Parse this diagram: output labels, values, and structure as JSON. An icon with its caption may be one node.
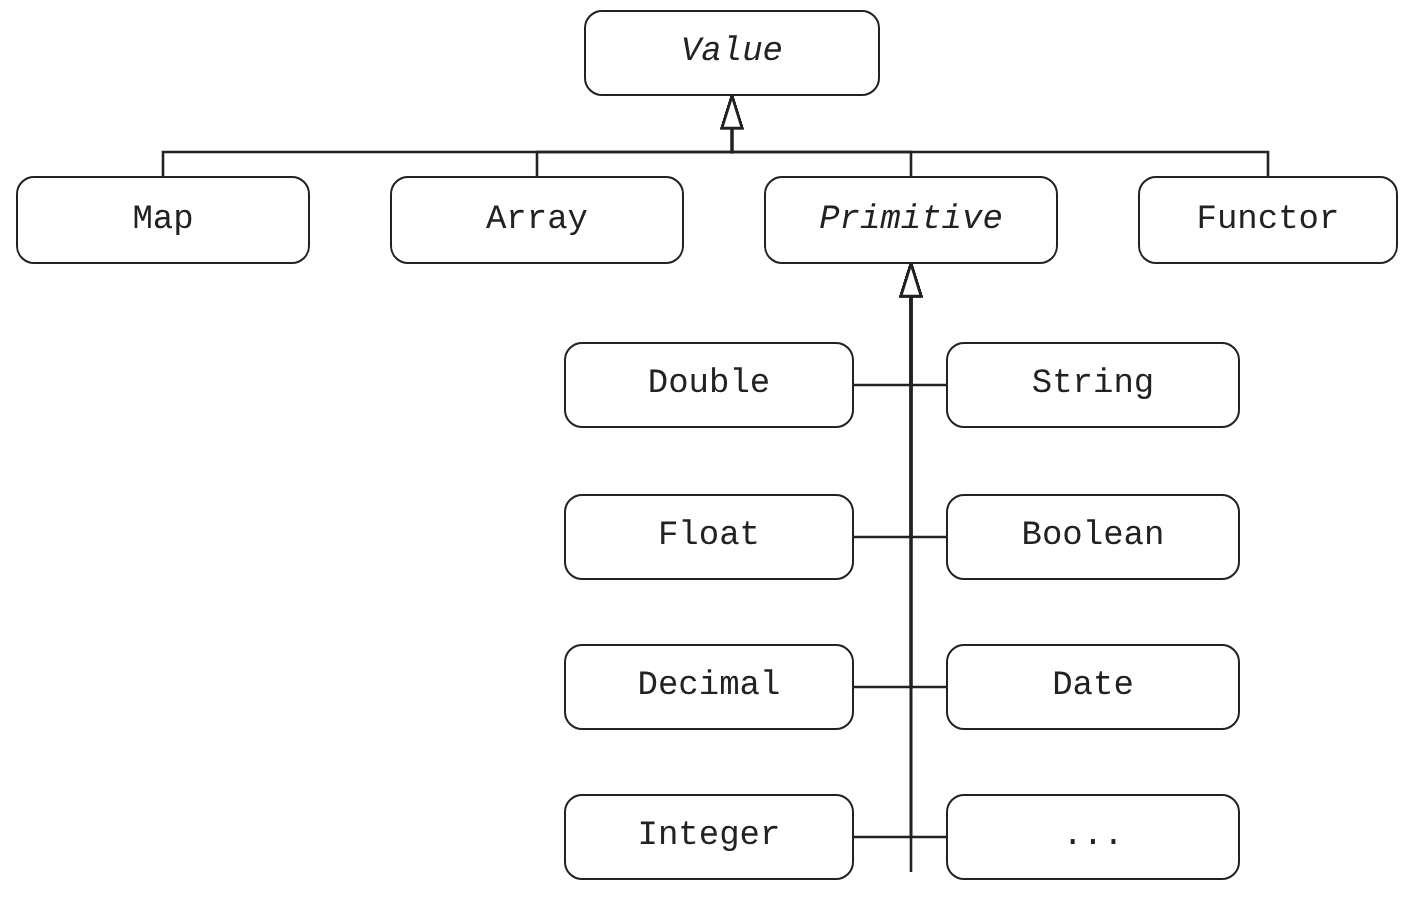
{
  "diagram": {
    "nodes": [
      {
        "text": [
          "Value"
        ]
      },
      {
        "text": [
          "Map"
        ]
      },
      {
        "text": [
          "Array"
        ]
      },
      {
        "text": [
          "Primitive"
        ]
      },
      {
        "text": [
          "Functor"
        ]
      },
      {
        "text": [
          "Double"
        ]
      },
      {
        "text": [
          "String"
        ]
      },
      {
        "text": [
          "Float"
        ]
      },
      {
        "text": [
          "Boolean"
        ]
      },
      {
        "text": [
          "Decimal"
        ]
      },
      {
        "text": [
          "Date"
        ]
      },
      {
        "text": [
          "Integer"
        ]
      },
      {
        "text": [
          "..."
        ]
      }
    ],
    "edges": [
      {
        "from": 1,
        "to": 0,
        "arrow": "to"
      },
      {
        "from": 2,
        "to": 0,
        "arrow": "to"
      },
      {
        "from": 3,
        "to": 0,
        "arrow": "to"
      },
      {
        "from": 4,
        "to": 0,
        "arrow": "to"
      },
      {
        "from": 5,
        "to": 3,
        "arrow": "to"
      },
      {
        "from": 6,
        "to": 3,
        "arrow": "to"
      },
      {
        "from": 7,
        "to": 3,
        "arrow": "to"
      },
      {
        "from": 8,
        "to": 3,
        "arrow": "to"
      },
      {
        "from": 9,
        "to": 3,
        "arrow": "to"
      },
      {
        "from": 10,
        "to": 3,
        "arrow": "to"
      },
      {
        "from": 11,
        "to": 3,
        "arrow": "to"
      },
      {
        "from": 12,
        "to": 3,
        "arrow": "to"
      }
    ]
  }
}
